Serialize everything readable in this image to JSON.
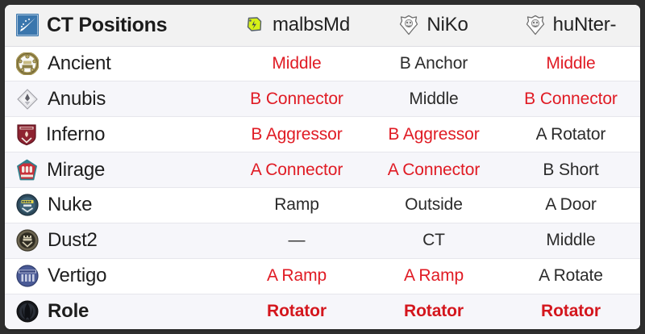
{
  "header": {
    "title": "CT Positions",
    "title_icon": "chart-swoosh-icon",
    "players": [
      {
        "name": "malbsMd",
        "icon": "malbsmd-team-logo-icon"
      },
      {
        "name": "NiKo",
        "icon": "niko-team-crest-icon"
      },
      {
        "name": "huNter-",
        "icon": "hunter-team-crest-icon"
      }
    ]
  },
  "rows": [
    {
      "map": "Ancient",
      "icon": "ancient-map-icon",
      "bold": false,
      "cells": [
        {
          "text": "Middle",
          "style": "hl"
        },
        {
          "text": "B Anchor",
          "style": "normal"
        },
        {
          "text": "Middle",
          "style": "hl"
        }
      ]
    },
    {
      "map": "Anubis",
      "icon": "anubis-map-icon",
      "bold": false,
      "cells": [
        {
          "text": "B Connector",
          "style": "hl"
        },
        {
          "text": "Middle",
          "style": "normal"
        },
        {
          "text": "B Connector",
          "style": "hl"
        }
      ]
    },
    {
      "map": "Inferno",
      "icon": "inferno-map-icon",
      "bold": false,
      "cells": [
        {
          "text": "B Aggressor",
          "style": "hl"
        },
        {
          "text": "B Aggressor",
          "style": "hl"
        },
        {
          "text": "A Rotator",
          "style": "normal"
        }
      ]
    },
    {
      "map": "Mirage",
      "icon": "mirage-map-icon",
      "bold": false,
      "cells": [
        {
          "text": "A Connector",
          "style": "hl"
        },
        {
          "text": "A Connector",
          "style": "hl"
        },
        {
          "text": "B Short",
          "style": "normal"
        }
      ]
    },
    {
      "map": "Nuke",
      "icon": "nuke-map-icon",
      "bold": false,
      "cells": [
        {
          "text": "Ramp",
          "style": "normal"
        },
        {
          "text": "Outside",
          "style": "normal"
        },
        {
          "text": "A Door",
          "style": "normal"
        }
      ]
    },
    {
      "map": "Dust2",
      "icon": "dust2-map-icon",
      "bold": false,
      "cells": [
        {
          "text": "—",
          "style": "normal"
        },
        {
          "text": "CT",
          "style": "normal"
        },
        {
          "text": "Middle",
          "style": "normal"
        }
      ]
    },
    {
      "map": "Vertigo",
      "icon": "vertigo-map-icon",
      "bold": false,
      "cells": [
        {
          "text": "A Ramp",
          "style": "hl"
        },
        {
          "text": "A Ramp",
          "style": "hl"
        },
        {
          "text": "A Rotate",
          "style": "normal"
        }
      ]
    },
    {
      "map": "Role",
      "icon": "role-icon",
      "bold": true,
      "cells": [
        {
          "text": "Rotator",
          "style": "bold"
        },
        {
          "text": "Rotator",
          "style": "bold"
        },
        {
          "text": "Rotator",
          "style": "bold"
        }
      ]
    }
  ],
  "colors": {
    "highlight_red": "#e01b24",
    "bold_red": "#d4161d",
    "header_bg": "#f2f2f2",
    "row_alt_bg": "#f6f6fa",
    "frame_border": "#2e2e2e",
    "title_icon_blue": "#3a76ad"
  }
}
